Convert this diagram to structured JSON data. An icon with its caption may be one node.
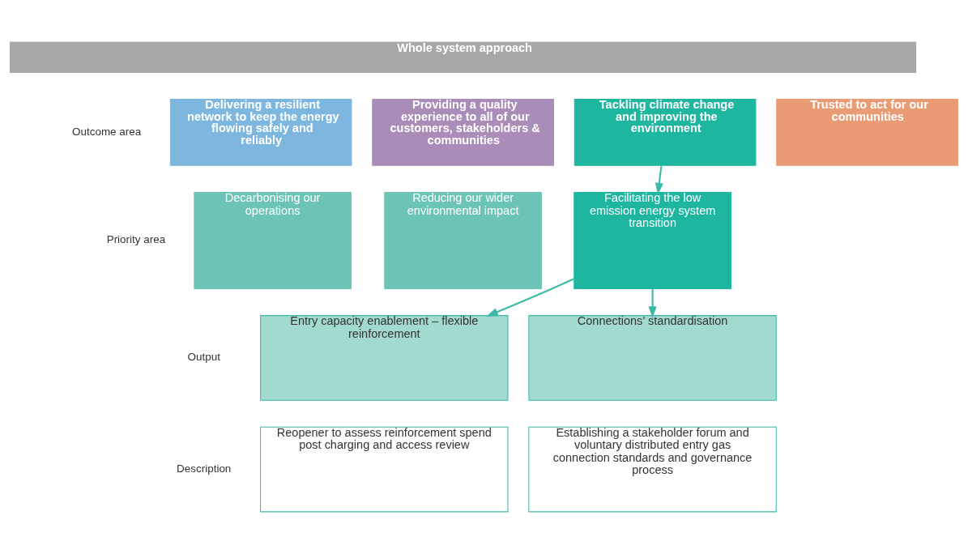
{
  "diagram": {
    "nodes": [
      {
        "text": [
          "Whole system approach"
        ]
      },
      {
        "text": [
          "Delivering a resilient network to keep the energy flowing safely and reliably"
        ]
      },
      {
        "text": [
          "Providing a quality experience to all of our customers, stakeholders & communities"
        ]
      },
      {
        "text": [
          "Tackling climate change and improving the environment"
        ]
      },
      {
        "text": [
          "Trusted to act for our communities"
        ]
      },
      {
        "text": [
          "Decarbonising our operations"
        ]
      },
      {
        "text": [
          "Reducing our wider environmental impact"
        ]
      },
      {
        "text": [
          "Facilitating the low emission energy system transition"
        ]
      },
      {
        "text": [
          "Entry capacity enablement – flexible reinforcement"
        ]
      },
      {
        "text": [
          "Reopener to assess reinforcement spend post charging and access review"
        ]
      },
      {
        "text": [
          "Connections’ standardisation"
        ]
      },
      {
        "text": [
          "Establishing a stakeholder forum and voluntary distributed entry gas connection standards and governance process"
        ]
      }
    ],
    "edges": [
      {
        "from": 3,
        "to": 7,
        "arrow": "to"
      },
      {
        "from": 7,
        "to": 8,
        "arrow": "to"
      },
      {
        "from": 7,
        "to": 10,
        "arrow": "to"
      }
    ],
    "labels": [
      "Outcome area",
      "Priority area",
      "Output",
      "Description"
    ]
  }
}
